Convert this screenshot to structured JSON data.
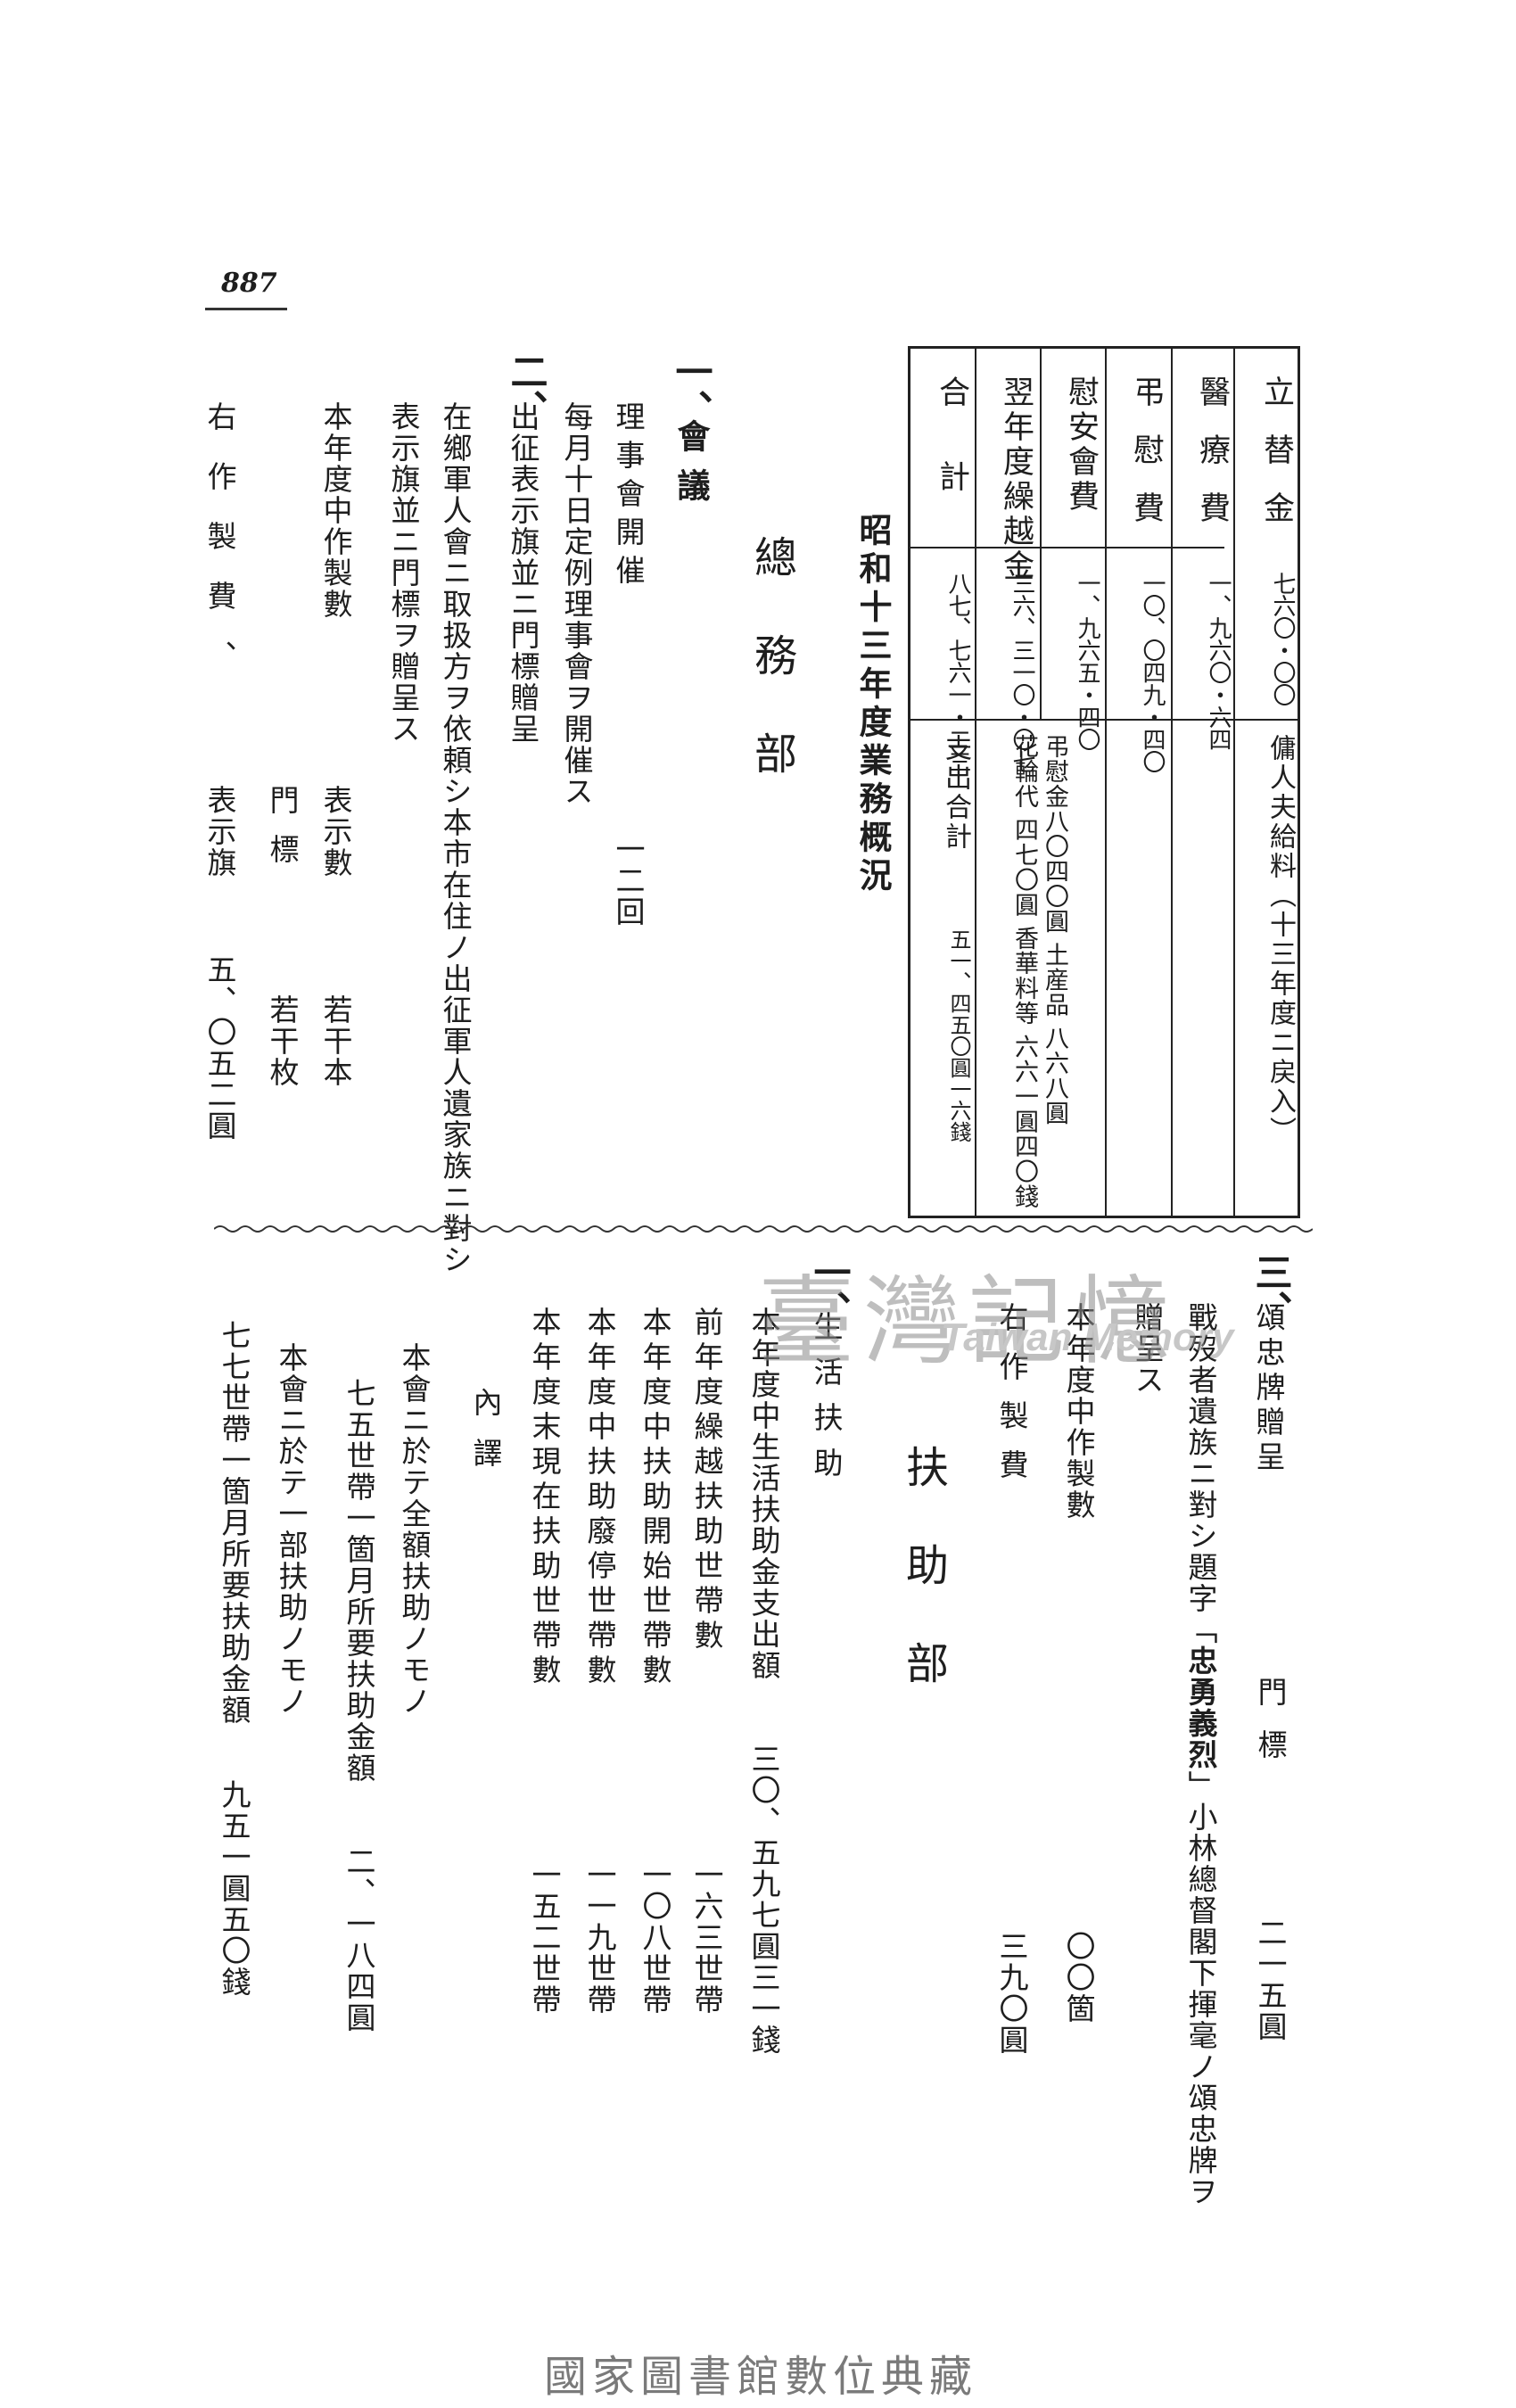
{
  "page_number": "887",
  "watermark": {
    "title": "臺灣記憶",
    "subtitle": "Taiwan Memory"
  },
  "footer": "國家圖書館數位典藏",
  "ledger": {
    "rows": [
      {
        "label": "立替金",
        "amount": "七六〇・〇〇",
        "remark": "傭人夫給料（十三年度ニ戻入）"
      },
      {
        "label": "醫療費",
        "amount": "一、九六〇・六四",
        "remark": ""
      },
      {
        "label": "弔慰費",
        "amount": "一〇、〇四九・四〇",
        "remark_a": "弔慰金八〇四〇圓 土産品 八六八圓",
        "remark_b": "花輪代 四七〇圓 香華料等 六六一圓四〇錢"
      },
      {
        "label": "慰安會費",
        "amount": "一、九六五・四〇",
        "remark": ""
      },
      {
        "label": "翌年度繰越金",
        "amount": "三六、三一〇・〇七",
        "remark": ""
      },
      {
        "label": "合計",
        "amount": "八七、七六一・二三",
        "remark_label": "支出合計",
        "remark_value": "五一、四五〇圓一六錢"
      }
    ]
  },
  "title": "昭和十三年度業務概況",
  "general": {
    "heading": "總務部",
    "s1": {
      "mark": "一、",
      "title": "會議"
    },
    "meeting": {
      "label": "理事會開催",
      "value": "一二回",
      "note": "每月十日定例理事會ヲ開催ス"
    },
    "s2": {
      "mark": "二、",
      "title": "出征表示旗並ニ門標贈呈"
    },
    "body1": "在鄉軍人會ニ取扱方ヲ依頼シ本市在住ノ出征軍人遺家族ニ對シ",
    "body2": "表示旗並ニ門標ヲ贈呈ス",
    "made_label": "本年度中作製數",
    "made_items": [
      {
        "label": "表示數",
        "value": "若干本"
      },
      {
        "label": "門標",
        "value": "若干枚"
      }
    ],
    "cost_label": "右作製費、",
    "cost_items": [
      {
        "label": "表示旗",
        "value": "五、〇五二圓"
      },
      {
        "label": "門標",
        "value": "二一五圓"
      }
    ],
    "s3": {
      "mark": "三、",
      "title": "頌忠牌贈呈"
    },
    "s3_body_a": "戰歿者遺族ニ對シ題字「",
    "s3_body_bold": "忠勇義烈",
    "s3_body_b": "」小林總督閣下揮毫ノ頌忠牌ヲ",
    "s3_body2": "贈呈ス",
    "s3_made": {
      "label": "本年度中作製數",
      "value": "〇〇箇"
    },
    "s3_cost": {
      "label": "右作製費",
      "value": "三九〇圓"
    }
  },
  "assist": {
    "heading": "扶助部",
    "s1": {
      "mark": "一、",
      "title": "生活扶助"
    },
    "rows": [
      {
        "label": "本年度中生活扶助金支出額",
        "value": "三〇、五九七圓三一錢"
      },
      {
        "label": "前年度繰越扶助世帶數",
        "value": "一六三世帶"
      },
      {
        "label": "本年度中扶助開始世帶數",
        "value": "一〇八世帶"
      },
      {
        "label": "本年度中扶助廢停世帶數",
        "value": "一一九世帶"
      },
      {
        "label": "本年度末現在扶助世帶數",
        "value": "一五二世帶"
      }
    ],
    "breakdown": "內譯",
    "items": [
      {
        "label": "本會ニ於テ全額扶助ノモノ"
      },
      {
        "label": "七五世帶一箇月所要扶助金額",
        "value": "二、一八四圓"
      },
      {
        "label": "本會ニ於テ一部扶助ノモノ"
      },
      {
        "label": "七七世帶一箇月所要扶助金額",
        "value": "九五一圓五〇錢"
      }
    ]
  }
}
